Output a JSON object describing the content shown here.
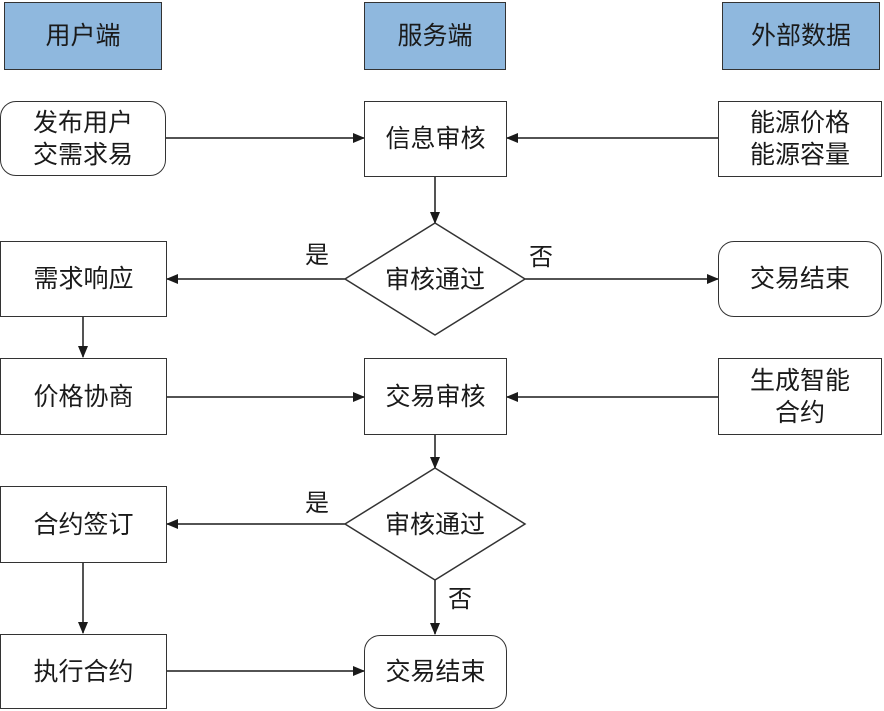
{
  "headers": {
    "user_side": "用户端",
    "server_side": "服务端",
    "external_data": "外部数据"
  },
  "user": {
    "publish": "发布用户\n交需求易",
    "respond": "需求响应",
    "negotiate": "价格协商",
    "sign": "合约签订",
    "execute": "执行合约"
  },
  "server": {
    "info_review": "信息审核",
    "decision1": "审核通过",
    "trade_review": "交易审核",
    "decision2": "审核通过",
    "end2": "交易结束"
  },
  "external": {
    "energy": "能源价格\n能源容量",
    "end1": "交易结束",
    "contract": "生成智能\n合约"
  },
  "labels": {
    "yes1": "是",
    "no1": "否",
    "yes2": "是",
    "no2": "否"
  }
}
